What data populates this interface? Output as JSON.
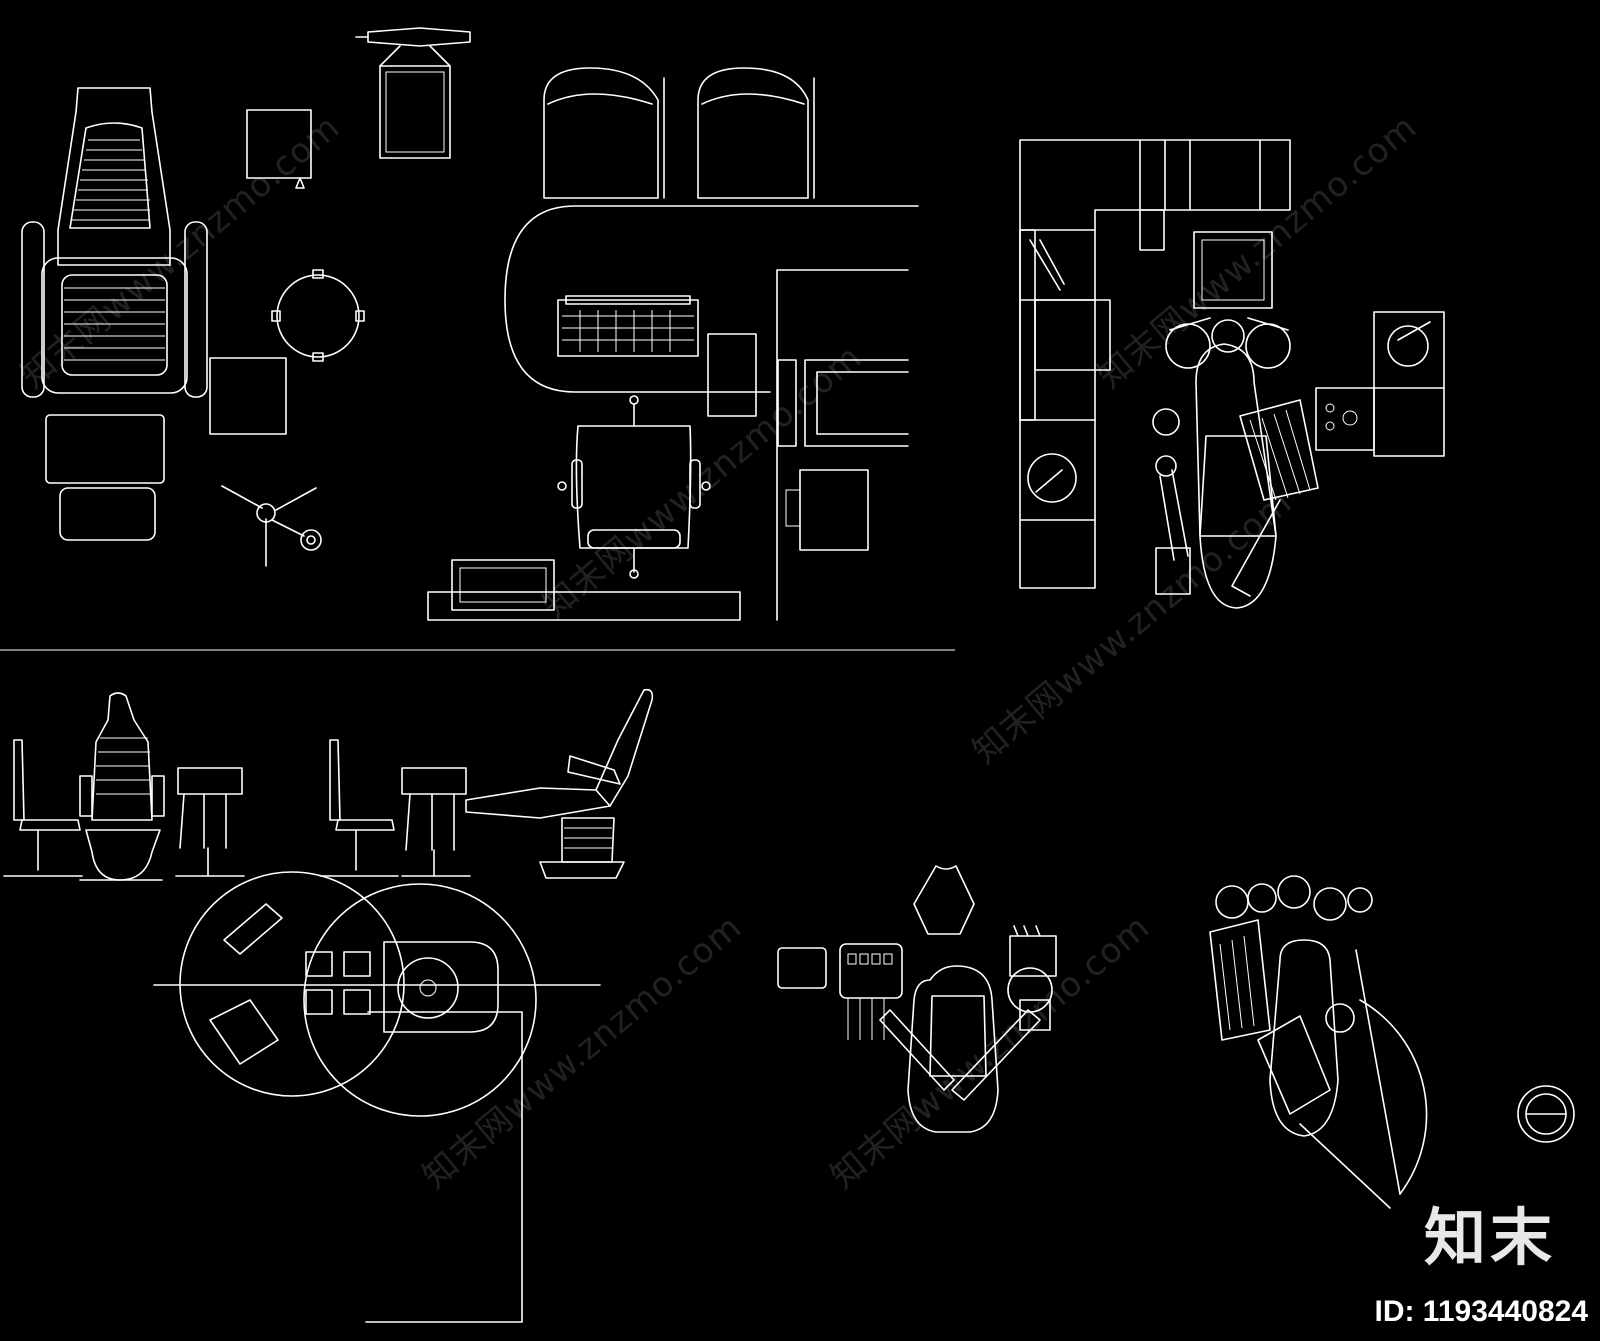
{
  "brand": {
    "logo_text": "知末",
    "id_text": "ID: 1193440824"
  },
  "watermark": {
    "text": "知末网www.znzmo.com"
  },
  "colors": {
    "background": "#000000",
    "line": "#ffffff"
  }
}
